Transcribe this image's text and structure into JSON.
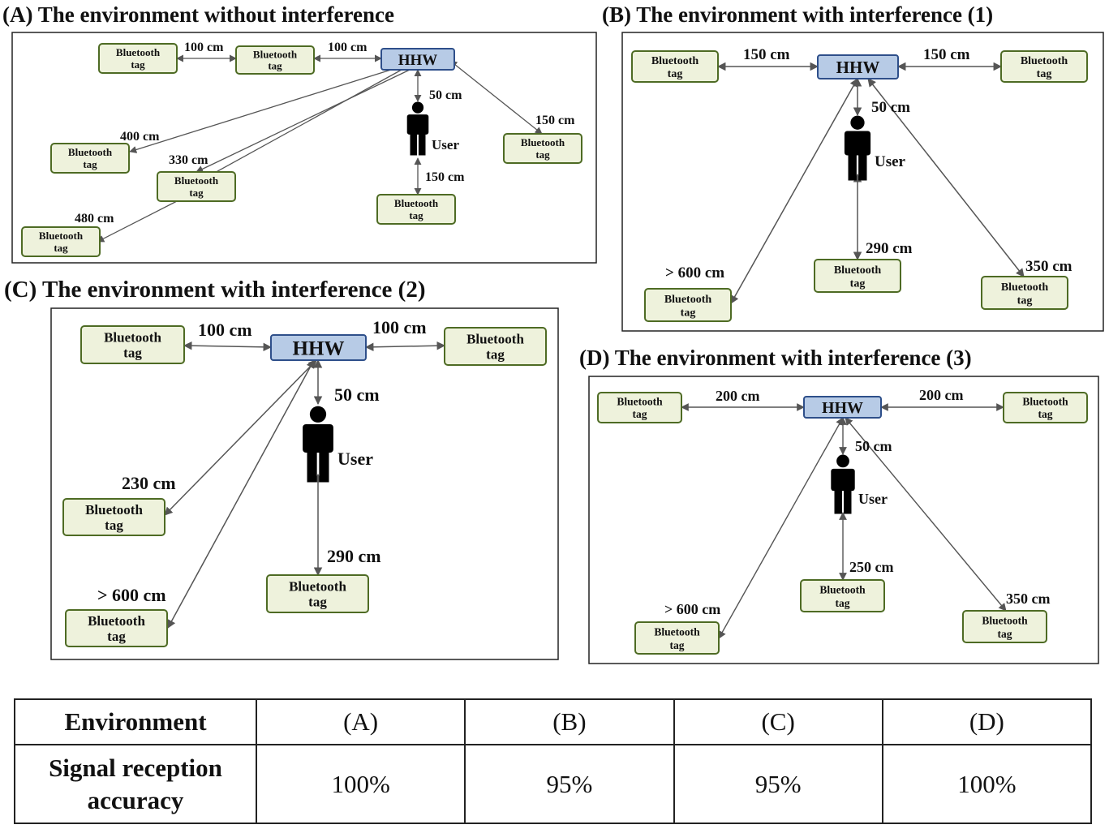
{
  "panels": {
    "A": {
      "title": "(A) The environment without interference",
      "hhw": "HHW",
      "user": "User",
      "tag_line1": "Bluetooth",
      "tag_line2": "tag",
      "distances": [
        "100 cm",
        "100 cm",
        "50 cm",
        "150 cm",
        "400 cm",
        "330 cm",
        "150 cm",
        "480 cm"
      ]
    },
    "B": {
      "title": "(B) The environment with interference (1)",
      "hhw": "HHW",
      "user": "User",
      "tag_line1": "Bluetooth",
      "tag_line2": "tag",
      "distances": [
        "150 cm",
        "150 cm",
        "50 cm",
        "290 cm",
        "> 600 cm",
        "350 cm"
      ]
    },
    "C": {
      "title": "(C) The environment with interference (2)",
      "hhw": "HHW",
      "user": "User",
      "tag_line1": "Bluetooth",
      "tag_line2": "tag",
      "distances": [
        "100 cm",
        "100 cm",
        "50 cm",
        "230 cm",
        "290 cm",
        "> 600 cm"
      ]
    },
    "D": {
      "title": "(D) The environment with interference (3)",
      "hhw": "HHW",
      "user": "User",
      "tag_line1": "Bluetooth",
      "tag_line2": "tag",
      "distances": [
        "200 cm",
        "200 cm",
        "50 cm",
        "250 cm",
        "> 600 cm",
        "350 cm"
      ]
    }
  },
  "table": {
    "header": [
      "Environment",
      "(A)",
      "(B)",
      "(C)",
      "(D)"
    ],
    "row_label_line1": "Signal reception",
    "row_label_line2": "accuracy",
    "values": [
      "100%",
      "95%",
      "95%",
      "100%"
    ]
  },
  "colors": {
    "hhw_fill": "#b7cbe6",
    "hhw_stroke": "#2e4f8a",
    "tag_fill": "#eef2dc",
    "tag_stroke": "#4e6b24",
    "arrow": "#555555"
  }
}
